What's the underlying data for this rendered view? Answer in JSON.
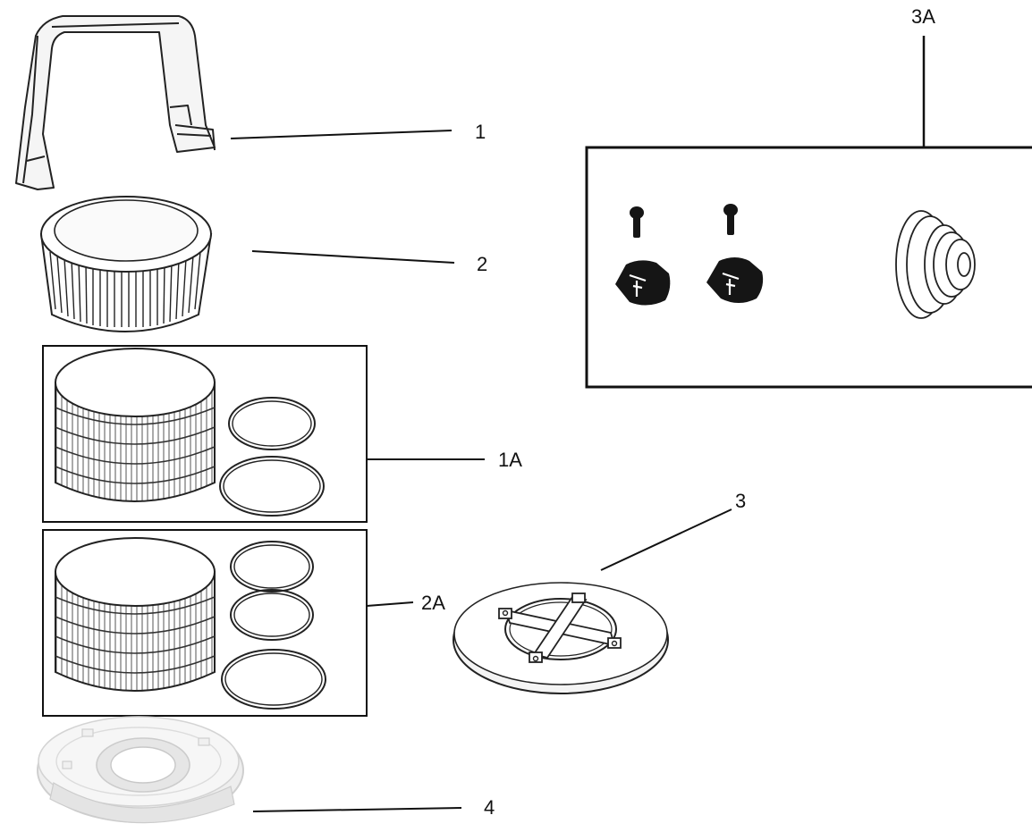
{
  "labels": {
    "bracket": "1",
    "cap": "2",
    "kit_1a": "1A",
    "kit_2a": "2A",
    "base_plate": "3",
    "hardware_kit": "3A",
    "lens_base": "4"
  },
  "colors": {
    "line": "#111111",
    "part_fill": "#f2f2f2",
    "dark": "#151515",
    "clear_part": "#e8e8e8"
  },
  "icons": {
    "bracket": "mounting-bracket-drawing",
    "cap": "ribbed-cap-drawing",
    "lens": "fresnel-lens-drawing",
    "gasket": "o-ring-drawing",
    "plate": "base-plate-drawing",
    "screw": "screw-drawing",
    "clip": "clip-drawing",
    "grommet": "grommet-drawing",
    "clear_base": "clear-lens-base-drawing"
  }
}
